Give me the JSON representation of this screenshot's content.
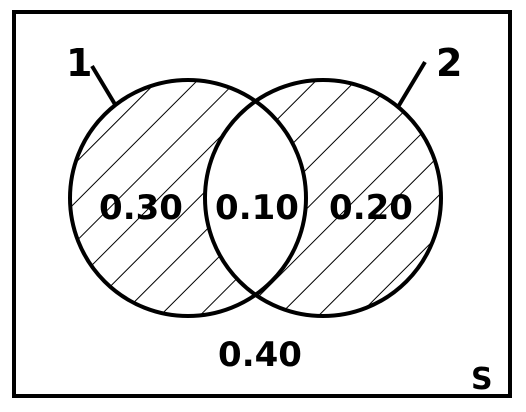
{
  "diagram": {
    "type": "venn",
    "universe_label": "S",
    "sets": [
      {
        "label": "1"
      },
      {
        "label": "2"
      }
    ],
    "regions": {
      "only_1": "0.30",
      "intersection": "0.10",
      "only_2": "0.20",
      "outside": "0.40"
    },
    "colors": {
      "stroke": "#000000",
      "background": "#ffffff",
      "hatch": "#000000"
    },
    "hatched_regions": [
      "only_1",
      "only_2"
    ]
  }
}
